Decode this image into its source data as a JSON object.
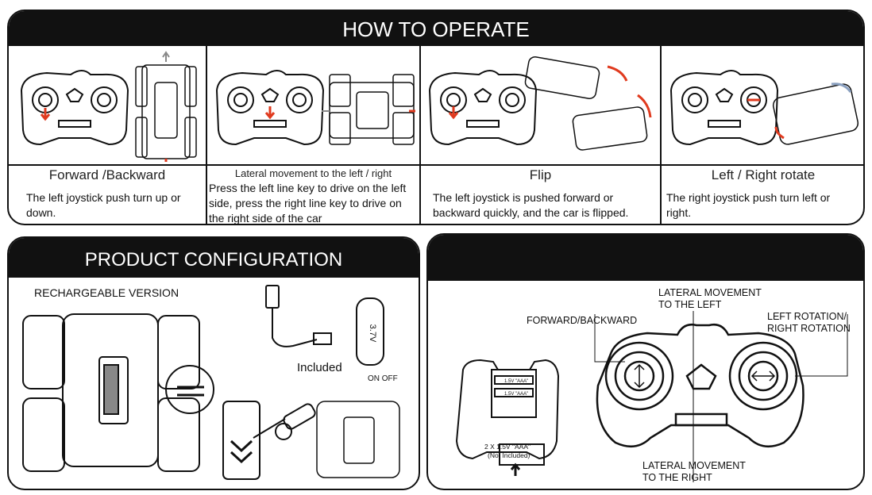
{
  "how_to_operate": {
    "title": "HOW TO OPERATE",
    "cells": [
      {
        "caption": "Forward /Backward",
        "description": "The left joystick push turn up or down."
      },
      {
        "caption": "Lateral movement to the left / right",
        "description": "Press the left line key to drive on the left side, press the right line key to drive on the right side of the car"
      },
      {
        "caption": "Flip",
        "description": "The left joystick is pushed forward or backward quickly, and the car is flipped."
      },
      {
        "caption": "Left / Right rotate",
        "description": "The right joystick push turn left or right."
      }
    ]
  },
  "product_configuration": {
    "title": "PRODUCT CONFIGURATION",
    "version_label": "RECHARGEABLE VERSION",
    "battery_label": "3.7V",
    "included_label": "Included",
    "switch_label": "ON OFF"
  },
  "controller_diagram": {
    "lateral_left_label": "LATERAL MOVEMENT TO THE LEFT",
    "forward_backward_label": "FORWARD/BACKWARD",
    "rotation_label": "LEFT ROTATION/ RIGHT ROTATION",
    "lateral_right_label": "LATERAL MOVEMENT TO THE RIGHT",
    "battery_cell_label": "1.5V \"AAA\"",
    "battery_note": "2 X 1.5V \"AAA\"",
    "battery_note_sub": "(Not Included)"
  },
  "colors": {
    "arrow": "#e03a1e",
    "ink": "#111111"
  }
}
